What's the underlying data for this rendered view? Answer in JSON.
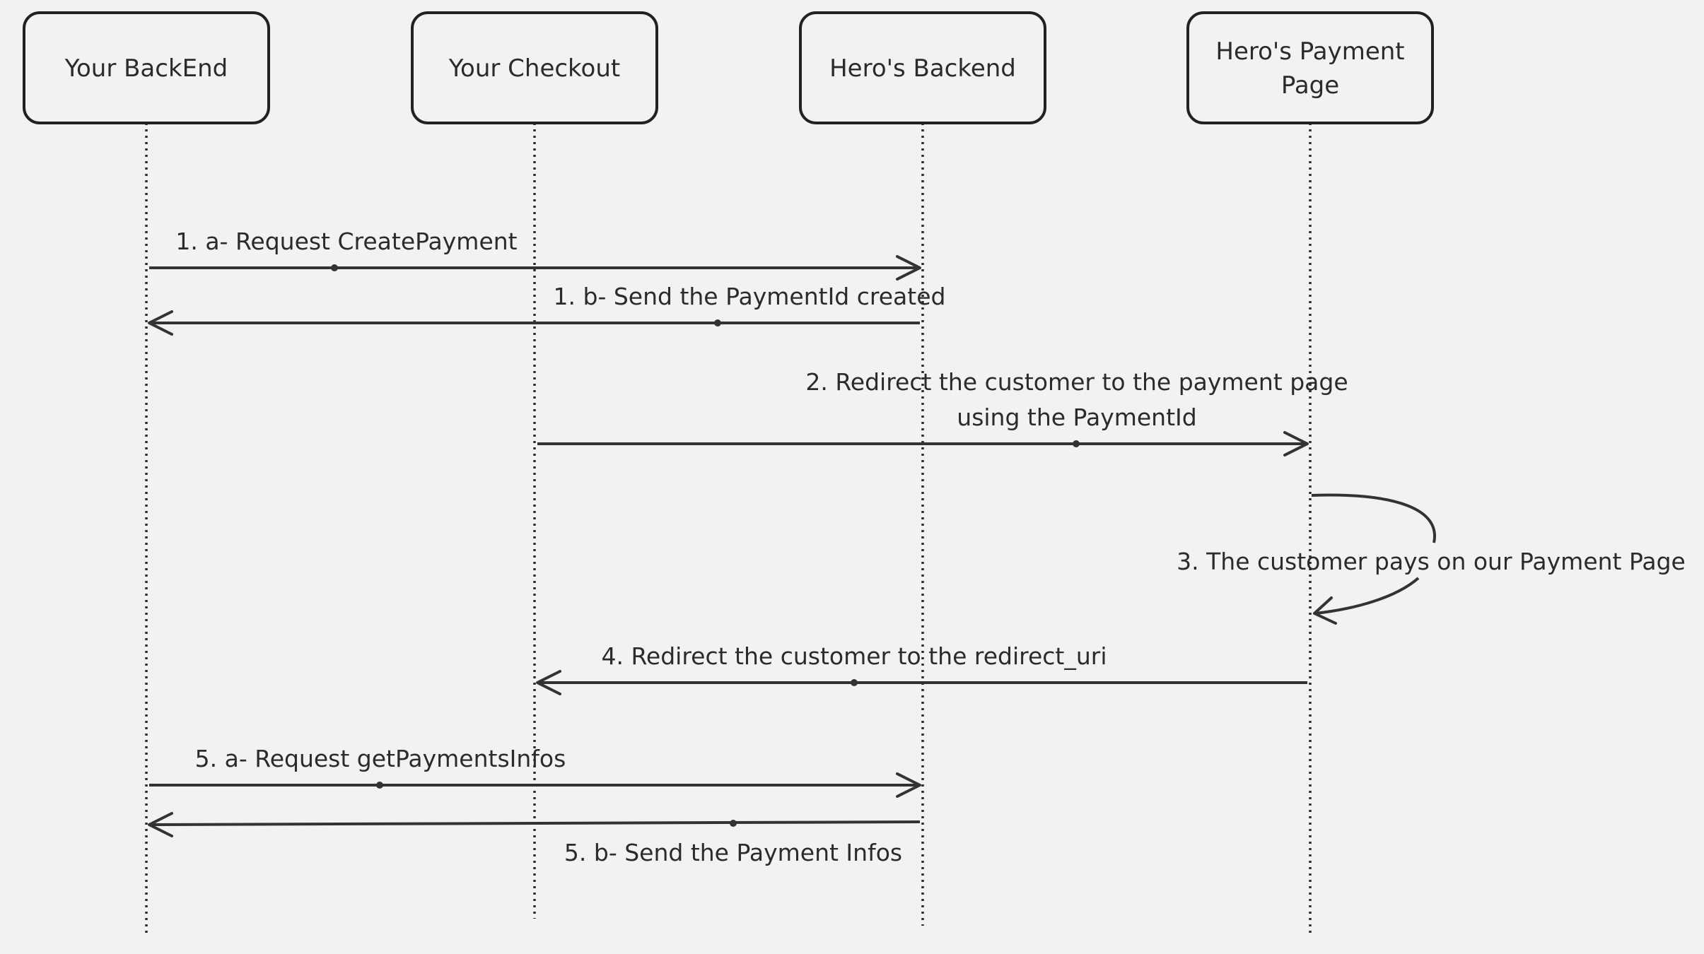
{
  "actors": [
    {
      "id": "your-backend",
      "label": [
        "Your BackEnd"
      ]
    },
    {
      "id": "your-checkout",
      "label": [
        "Your Checkout"
      ]
    },
    {
      "id": "heros-backend",
      "label": [
        "Hero's Backend"
      ]
    },
    {
      "id": "heros-payment-page",
      "label": [
        "Hero's Payment",
        "Page"
      ]
    }
  ],
  "messages": [
    {
      "id": "1a",
      "from": "your-backend",
      "to": "heros-backend",
      "label": [
        "1. a- Request CreatePayment"
      ]
    },
    {
      "id": "1b",
      "from": "heros-backend",
      "to": "your-backend",
      "label": [
        "1. b- Send the PaymentId created"
      ]
    },
    {
      "id": "2",
      "from": "your-checkout",
      "to": "heros-payment-page",
      "label": [
        "2. Redirect the customer to the payment page",
        "using the PaymentId"
      ]
    },
    {
      "id": "3",
      "from": "heros-payment-page",
      "to": "heros-payment-page",
      "self": true,
      "label": [
        "3. The customer pays on our Payment Page"
      ]
    },
    {
      "id": "4",
      "from": "heros-payment-page",
      "to": "your-checkout",
      "label": [
        "4. Redirect the customer to the redirect_uri"
      ]
    },
    {
      "id": "5a",
      "from": "your-backend",
      "to": "heros-backend",
      "label": [
        "5. a- Request getPaymentsInfos"
      ]
    },
    {
      "id": "5b",
      "from": "heros-backend",
      "to": "your-backend",
      "label": [
        "5. b- Send the Payment Infos"
      ]
    }
  ],
  "colors": {
    "background": "#f2f2f2",
    "stroke": "#222222",
    "text": "#2b2b2b"
  }
}
